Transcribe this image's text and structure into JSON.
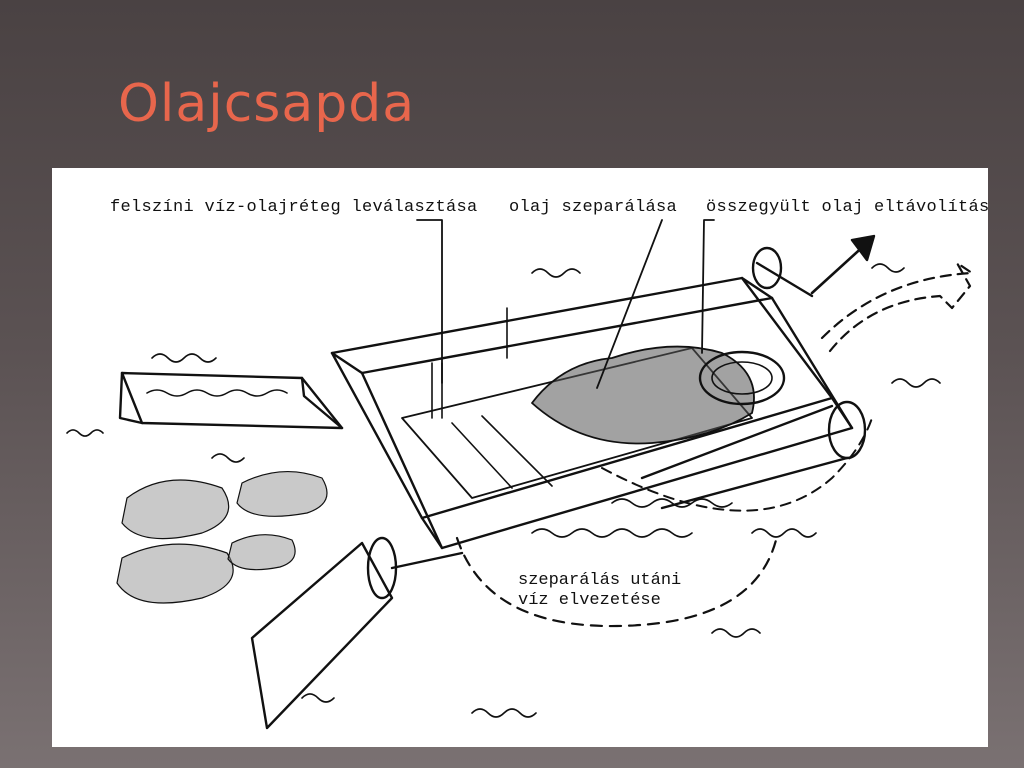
{
  "slide": {
    "title": "Olajcsapda",
    "title_color": "#e8664c"
  },
  "diagram": {
    "labels": {
      "surface_layer": "felszíni víz-olajréteg leválasztása",
      "oil_separation": "olaj szeparálása",
      "oil_removal": "összegyült olaj eltávolítása",
      "water_drain_line1": "szeparálás utáni",
      "water_drain_line2": "víz elvezetése"
    }
  }
}
